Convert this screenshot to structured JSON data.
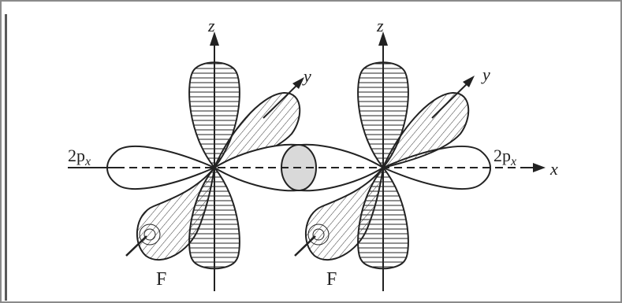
{
  "labels": {
    "z_left": "z",
    "z_right": "z",
    "y_left": "y",
    "y_right": "y",
    "x_axis": "x",
    "orbital_left": "2p",
    "orbital_left_sub": "x",
    "orbital_right": "2p",
    "orbital_right_sub": "x",
    "atom_left": "F",
    "atom_right": "F"
  },
  "colors": {
    "ink": "#222222",
    "overlap_fill": "#d9d9d9",
    "frame": "#8a8a8a"
  }
}
